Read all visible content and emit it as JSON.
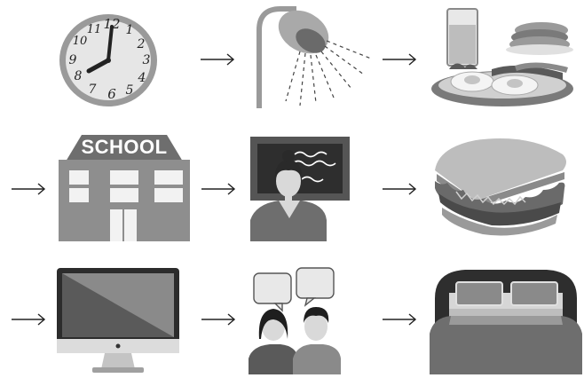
{
  "sequence": [
    {
      "step": 1,
      "icon": "clock-icon"
    },
    {
      "step": 2,
      "icon": "shower-head-icon"
    },
    {
      "step": 3,
      "icon": "breakfast-icon"
    },
    {
      "step": 4,
      "icon": "school-building-icon"
    },
    {
      "step": 5,
      "icon": "teacher-icon"
    },
    {
      "step": 6,
      "icon": "sandwich-icon"
    },
    {
      "step": 7,
      "icon": "computer-monitor-icon"
    },
    {
      "step": 8,
      "icon": "two-people-talking-icon"
    },
    {
      "step": 9,
      "icon": "bed-icon"
    }
  ],
  "school_sign": "SCHOOL",
  "clock_numbers": [
    "12",
    "1",
    "2",
    "3",
    "4",
    "5",
    "6",
    "7",
    "8",
    "9",
    "10",
    "11"
  ],
  "arrow_glyph": "arrow-right-icon",
  "colors": {
    "dark": "#3a3a3a",
    "mid": "#8a8a8a",
    "light": "#c8c8c8",
    "pale": "#e4e4e4",
    "background": "#ffffff"
  }
}
